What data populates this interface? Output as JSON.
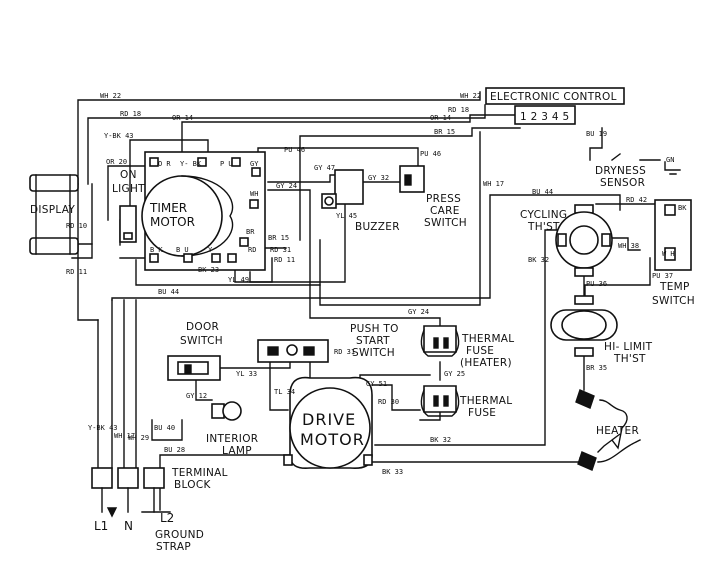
{
  "components": {
    "electronic_control": "ELECTRONIC CONTROL",
    "control_terminals": "1 2 3 4 5",
    "display": "DISPLAY",
    "on_light_1": "ON",
    "on_light_2": "LIGHT",
    "timer_motor_1": "TIMER",
    "timer_motor_2": "MOTOR",
    "buzzer": "BUZZER",
    "press_care_1": "PRESS",
    "press_care_2": "CARE",
    "press_care_3": "SWITCH",
    "dryness_sensor_1": "DRYNESS",
    "dryness_sensor_2": "SENSOR",
    "cycling_tstat_1": "CYCLING",
    "cycling_tstat_2": "TH'ST",
    "temp_switch_1": "TEMP",
    "temp_switch_2": "SWITCH",
    "door_switch_1": "DOOR",
    "door_switch_2": "SWITCH",
    "push_to_start_1": "PUSH TO",
    "push_to_start_2": "START",
    "push_to_start_3": "SWITCH",
    "thermal_fuse_heater_1": "THERMAL",
    "thermal_fuse_heater_2": "FUSE",
    "thermal_fuse_heater_3": "(HEATER)",
    "thermal_fuse_1": "THERMAL",
    "thermal_fuse_2": "FUSE",
    "hi_limit_1": "HI- LIMIT",
    "hi_limit_2": "TH'ST",
    "drive_motor_1": "DRIVE",
    "drive_motor_2": "MOTOR",
    "interior_lamp_1": "INTERIOR",
    "interior_lamp_2": "LAMP",
    "heater": "HEATER",
    "terminal_block_1": "TERMINAL",
    "terminal_block_2": "BLOCK",
    "l1": "L1",
    "n": "N",
    "l2": "L2",
    "ground_strap_1": "GROUND",
    "ground_strap_2": "STRAP"
  },
  "wires": {
    "wh22": "WH 22",
    "wh22b": "WH 22",
    "rd18": "RD 18",
    "rd18b": "RD 18",
    "or14": "OR 14",
    "or14b": "OR 14",
    "ybk43": "Y-BK 43",
    "or20": "OR 20",
    "pu46": "PU 46",
    "br15": "BR 15",
    "gy47": "GY 47",
    "gy32": "GY 32",
    "pu46b": "PU 46",
    "gy24": "GY 24",
    "wh17": "WH 17",
    "bu44": "BU 44",
    "bu19": "BU 19",
    "gn": "GN",
    "rd42": "RD 42",
    "wh38": "WH 38",
    "bk32": "BK 32",
    "pu37": "PU 37",
    "pu36": "PU 36",
    "rd10": "RD 10",
    "rd11": "RD 11",
    "yl45": "YL 45",
    "br15b": "BR 15",
    "rd31": "RD 31",
    "rd11b": "RD 11",
    "bk23": "BK 23",
    "yl49": "YL 49",
    "bu44b": "BU 44",
    "gy24b": "GY 24",
    "yl33": "YL 33",
    "gy12": "GY 12",
    "rd31b": "RD 31",
    "gy51": "GY 51",
    "tl34": "TL 34",
    "rd30": "RD 30",
    "gy25": "GY 25",
    "br35": "BR 35",
    "bu40": "BU 40",
    "bu28": "BU 28",
    "bk32b": "BK 32",
    "bk33": "BK 33",
    "ybk43b": "Y-BK 43",
    "wh17b": "WH 17",
    "wh29": "WH 29"
  },
  "timer_terminals": {
    "t_or": "O R",
    "t_ybk": "Y- BK",
    "t_pu": "P U",
    "t_gy": "GY",
    "t_wh": "WH",
    "t_br": "BR",
    "t_rd": "RD",
    "t_bk": "B K",
    "t_bu": "B U",
    "t_y": "Y",
    "t_temp_bk": "BK",
    "t_temp_wh": "W H"
  }
}
